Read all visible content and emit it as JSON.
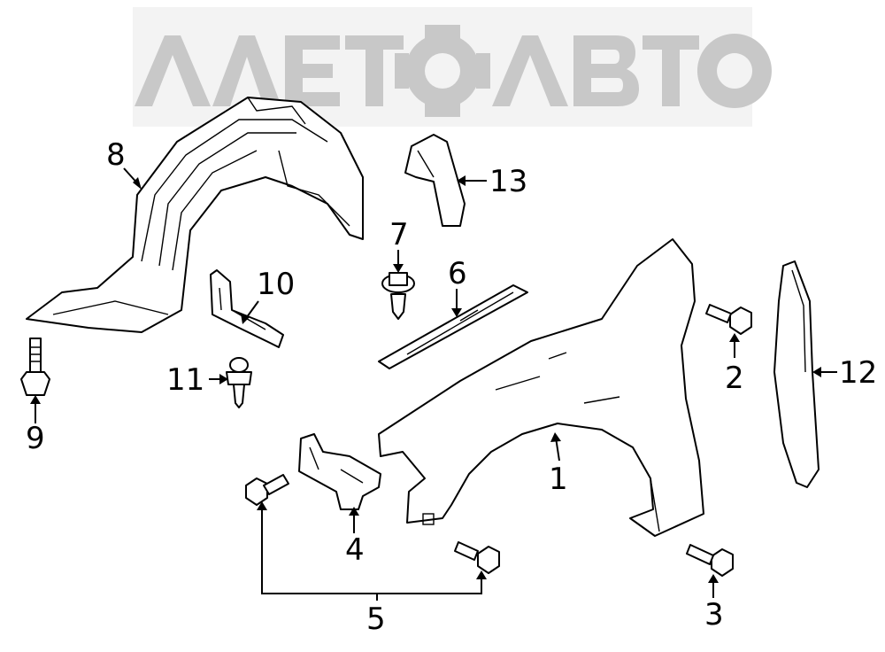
{
  "watermark": {
    "text": "АЛЕТОАВТО",
    "color": "#c8c8c8"
  },
  "callouts": [
    {
      "id": "1",
      "label": "1"
    },
    {
      "id": "2",
      "label": "2"
    },
    {
      "id": "3",
      "label": "3"
    },
    {
      "id": "4",
      "label": "4"
    },
    {
      "id": "5",
      "label": "5"
    },
    {
      "id": "6",
      "label": "6"
    },
    {
      "id": "7",
      "label": "7"
    },
    {
      "id": "8",
      "label": "8"
    },
    {
      "id": "9",
      "label": "9"
    },
    {
      "id": "10",
      "label": "10"
    },
    {
      "id": "11",
      "label": "11"
    },
    {
      "id": "12",
      "label": "12"
    },
    {
      "id": "13",
      "label": "13"
    }
  ]
}
